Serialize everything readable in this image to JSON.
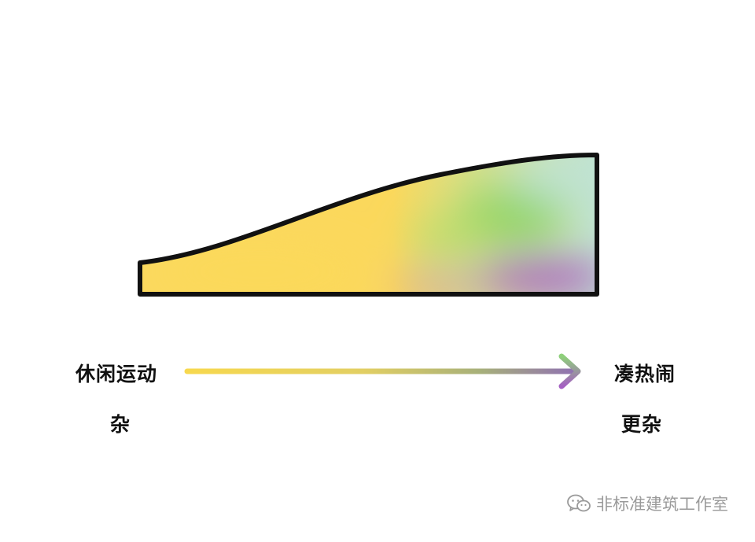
{
  "diagram": {
    "colors": {
      "outline": "#111111",
      "yellow": "#fbd85c",
      "green": "#8fd464",
      "mint": "#bfe3d6",
      "purple": "#a64fc0"
    }
  },
  "labels": {
    "left_top": "休闲运动",
    "left_bottom": "杂",
    "right_top": "凑热闹",
    "right_bottom": "更杂"
  },
  "watermark": {
    "text": "非标准建筑工作室",
    "icon": "wechat-icon"
  }
}
